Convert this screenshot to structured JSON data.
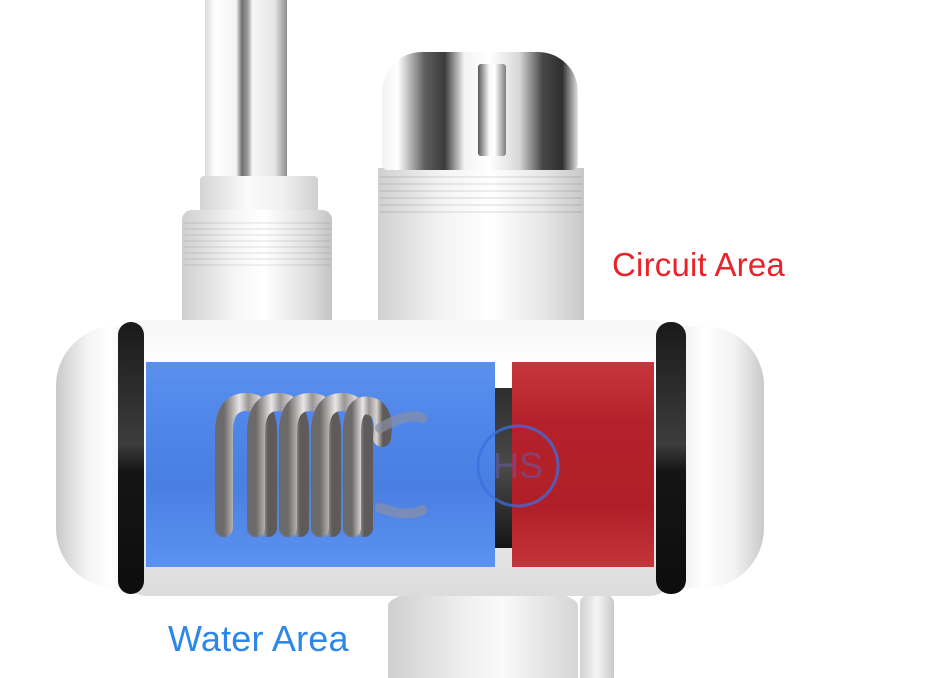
{
  "image": {
    "subject": "electric instant water heater faucet cutaway",
    "background_color": "#ffffff"
  },
  "labels": {
    "circuit_area": "Circuit Area",
    "water_area": "Water Area"
  },
  "colors": {
    "circuit_label": "#e8232a",
    "water_label": "#2e86e8",
    "water_panel": "#4f86e8",
    "circuit_panel": "#b5212a"
  },
  "logo": {
    "text": "HS"
  }
}
